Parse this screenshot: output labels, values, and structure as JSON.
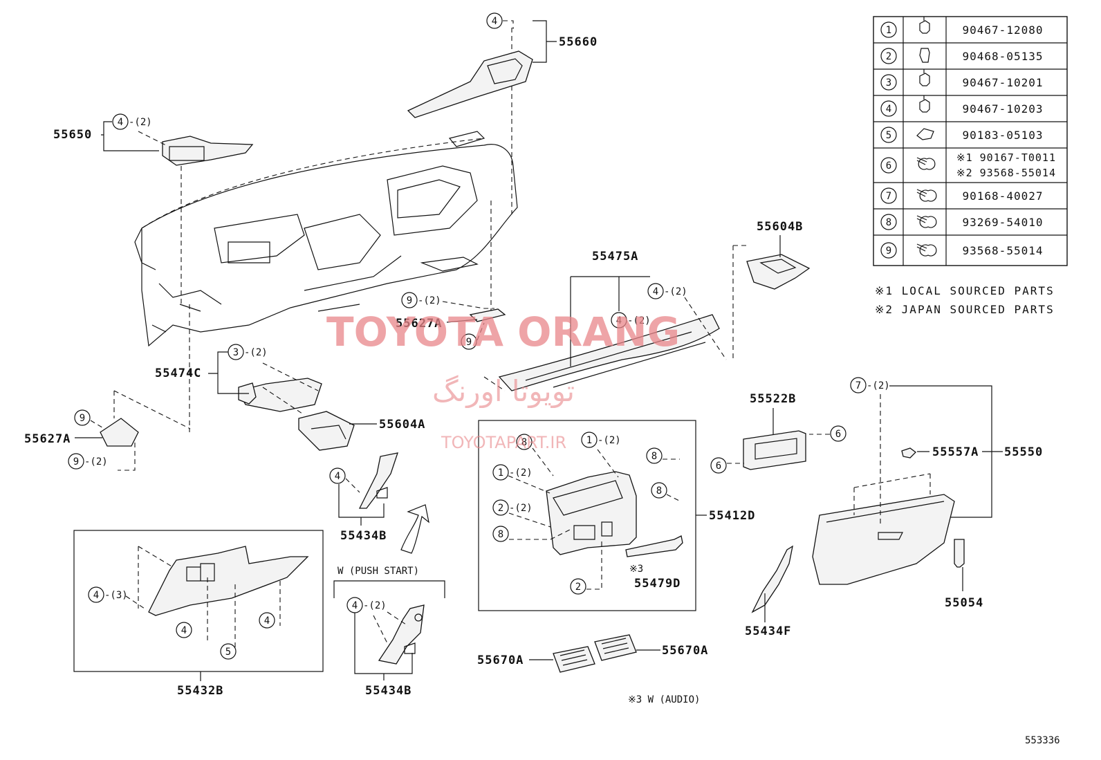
{
  "diagram": {
    "catalog_number": "553336",
    "part_labels": {
      "p55660": "55660",
      "p55650": "55650",
      "p55604B": "55604B",
      "p55475A": "55475A",
      "p55627A_mid": "55627A",
      "p55474C": "55474C",
      "p55604A": "55604A",
      "p55627A_left": "55627A",
      "p55522B": "55522B",
      "p55412D": "55412D",
      "p55557A": "55557A",
      "p55550": "55550",
      "p55434B_top": "55434B",
      "p55434B_bottom": "55434B",
      "p55432B": "55432B",
      "p55479D": "55479D",
      "p55434F": "55434F",
      "p55054": "55054",
      "p55670A_left": "55670A",
      "p55670A_right": "55670A"
    },
    "annotations": {
      "push_start": "W (PUSH  START)",
      "note3_mark": "※3",
      "audio_note": "※3  W (AUDIO)"
    },
    "callouts": [
      {
        "id": "c4_55660",
        "num": "4",
        "qty": ""
      },
      {
        "id": "c4_55650",
        "num": "4",
        "qty": "-(2)"
      },
      {
        "id": "c9_55627A",
        "num": "9",
        "qty": "-(2)"
      },
      {
        "id": "c9_55627A_b",
        "num": "9",
        "qty": ""
      },
      {
        "id": "c4_55475A_a",
        "num": "4",
        "qty": "-(2)"
      },
      {
        "id": "c4_55475A_b",
        "num": "4",
        "qty": "-(2)"
      },
      {
        "id": "c3_55474C",
        "num": "3",
        "qty": "-(2)"
      },
      {
        "id": "c9_left_a",
        "num": "9",
        "qty": ""
      },
      {
        "id": "c9_left_b",
        "num": "9",
        "qty": "-(2)"
      },
      {
        "id": "c4_55434B",
        "num": "4",
        "qty": ""
      },
      {
        "id": "c8_a",
        "num": "8",
        "qty": ""
      },
      {
        "id": "c1_a",
        "num": "1",
        "qty": "-(2)"
      },
      {
        "id": "c8_b",
        "num": "8",
        "qty": ""
      },
      {
        "id": "c1_b",
        "num": "1",
        "qty": "-(2)"
      },
      {
        "id": "c8_c",
        "num": "8",
        "qty": ""
      },
      {
        "id": "c2_a",
        "num": "2",
        "qty": "-(2)"
      },
      {
        "id": "c8_d",
        "num": "8",
        "qty": ""
      },
      {
        "id": "c2_b",
        "num": "2",
        "qty": ""
      },
      {
        "id": "c6_a",
        "num": "6",
        "qty": ""
      },
      {
        "id": "c6_b",
        "num": "6",
        "qty": ""
      },
      {
        "id": "c7",
        "num": "7",
        "qty": "-(2)"
      },
      {
        "id": "c4_55432B_a",
        "num": "4",
        "qty": "-(3)"
      },
      {
        "id": "c4_55432B_b",
        "num": "4",
        "qty": ""
      },
      {
        "id": "c4_55432B_c",
        "num": "4",
        "qty": ""
      },
      {
        "id": "c5",
        "num": "5",
        "qty": ""
      },
      {
        "id": "c4_push",
        "num": "4",
        "qty": "-(2)"
      }
    ],
    "fastener_table": [
      {
        "num": "1",
        "part": "90467-12080"
      },
      {
        "num": "2",
        "part": "90468-05135"
      },
      {
        "num": "3",
        "part": "90467-10201"
      },
      {
        "num": "4",
        "part": "90467-10203"
      },
      {
        "num": "5",
        "part": "90183-05103"
      },
      {
        "num": "6",
        "part": "※1  90167-T0011",
        "part2": "※2  93568-55014"
      },
      {
        "num": "7",
        "part": "90168-40027"
      },
      {
        "num": "8",
        "part": "93269-54010"
      },
      {
        "num": "9",
        "part": "93568-55014"
      }
    ],
    "footnotes": {
      "n1": "※1  LOCAL  SOURCED  PARTS",
      "n2": "※2  JAPAN  SOURCED  PARTS"
    },
    "watermark": {
      "main": "TOYOTA ORANG",
      "arabic": "تویوتا اورنگ",
      "site": "TOYOTAPART.IR"
    }
  }
}
